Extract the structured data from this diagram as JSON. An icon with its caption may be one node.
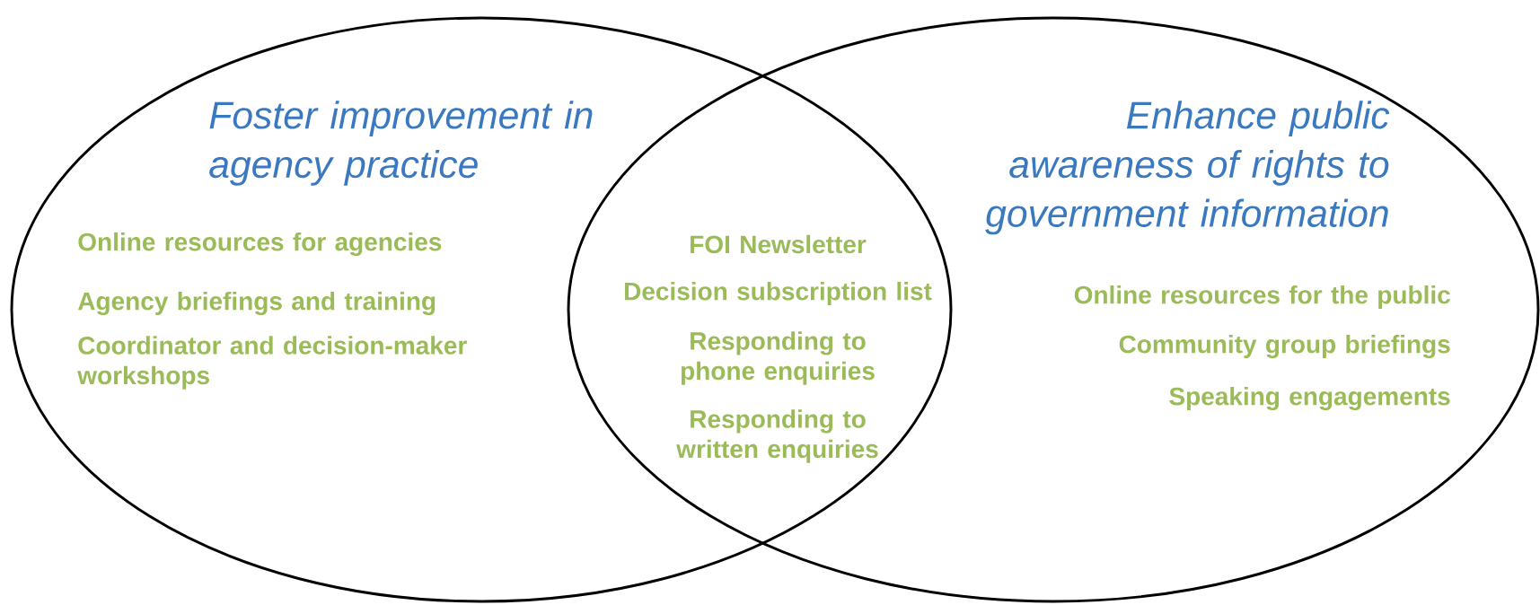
{
  "diagram": {
    "nodes": [
      {
        "text": [
          "Foster improvement in agency practice",
          "Online resources for agencies",
          "Agency briefings and training",
          "Coordinator and decision-maker workshops"
        ]
      },
      {
        "text": [
          "Enhance public awareness of rights to government information",
          "Online resources for the public",
          "Community group briefings",
          "Speaking engagements"
        ]
      }
    ],
    "labels": [
      "FOI Newsletter",
      "Decision subscription list",
      "Responding to phone enquiries",
      "Responding to written enquiries"
    ]
  }
}
